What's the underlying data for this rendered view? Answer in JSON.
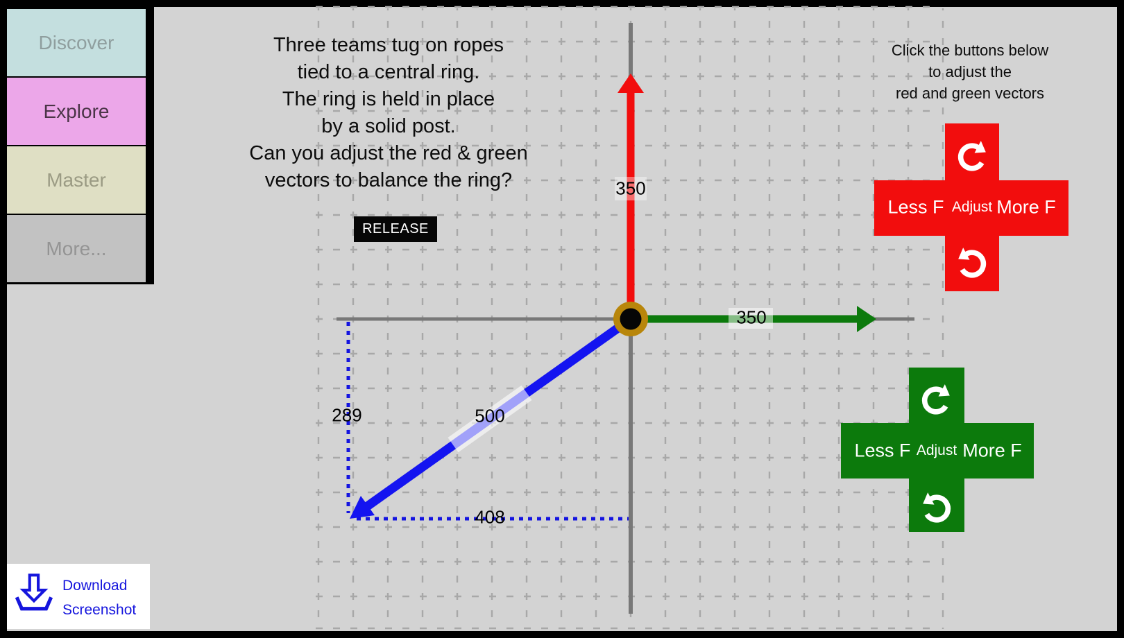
{
  "sidebar": {
    "items": [
      {
        "label": "Discover"
      },
      {
        "label": "Explore",
        "selected": true
      },
      {
        "label": "Master"
      },
      {
        "label": "More..."
      }
    ]
  },
  "download": {
    "line1": "Download",
    "line2": "Screenshot"
  },
  "question": {
    "lines": [
      "Three teams tug on ropes",
      "tied to a central ring.",
      "The ring is held in place",
      "by a solid post.",
      "Can you adjust the red & green",
      "vectors to balance the ring?"
    ]
  },
  "release_button": {
    "label": "RELEASE"
  },
  "adjust_note": {
    "lines": [
      "Click the buttons below",
      "to adjust the",
      "red and green vectors"
    ]
  },
  "vectors": {
    "red": {
      "magnitude": "350",
      "direction": "up"
    },
    "green": {
      "magnitude": "350",
      "direction": "right"
    },
    "blue": {
      "magnitude": "500",
      "x_component": "408",
      "y_component": "289",
      "direction": "down-left"
    }
  },
  "clusters": {
    "red": {
      "less_label": "Less F",
      "adjust_label": "Adjust",
      "more_label": "More F"
    },
    "green": {
      "less_label": "Less F",
      "adjust_label": "Adjust",
      "more_label": "More F"
    }
  },
  "colors": {
    "red_vector": "#f20d0d",
    "green_vector": "#0c7a0c",
    "blue_vector": "#1414f0",
    "ring_gold": "#b8860b",
    "axis_gray": "#787878",
    "grid_gray": "#a8a8a8",
    "background_gray": "#d3d3d3",
    "discover_bg": "#c4dfdf",
    "explore_bg": "#eca7e9",
    "master_bg": "#dfdfc4",
    "more_bg": "#c2c2c2",
    "download_blue": "#1515dd"
  }
}
